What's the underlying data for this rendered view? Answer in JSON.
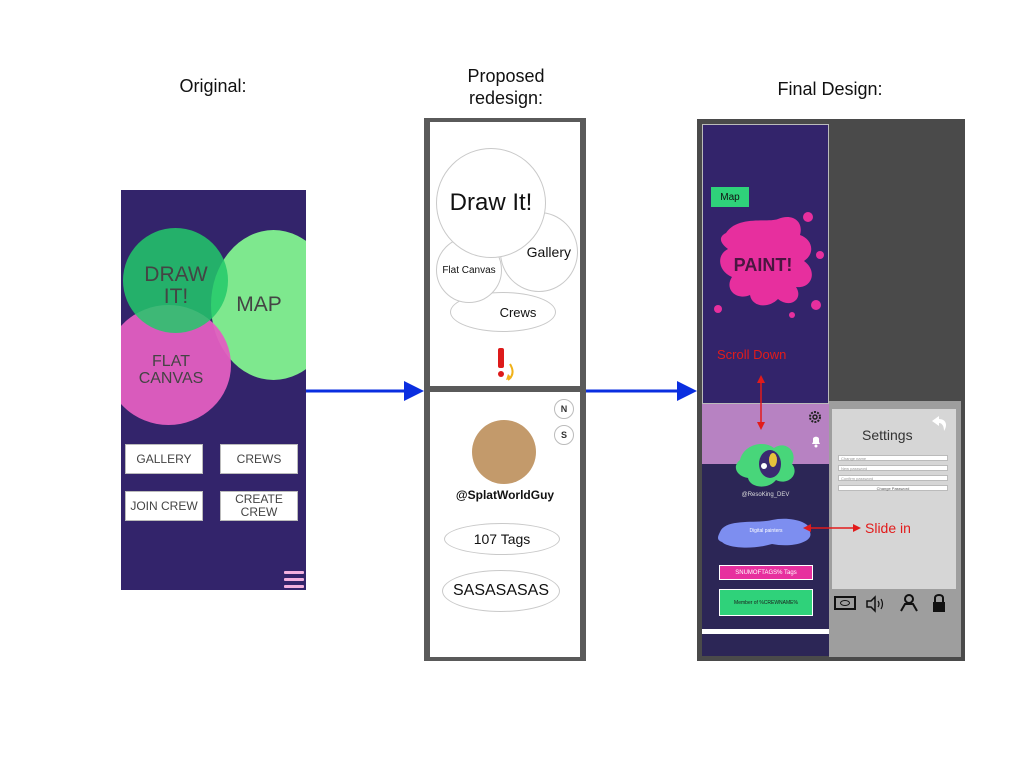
{
  "headings": {
    "original": "Original:",
    "proposed": "Proposed redesign:",
    "final": "Final Design:"
  },
  "original": {
    "circles": {
      "draw": "DRAW IT!",
      "map": "MAP",
      "flat": "FLAT CANVAS"
    },
    "buttons": {
      "gallery": "GALLERY",
      "crews": "CREWS",
      "join": "JOIN CREW",
      "create": "CREATE CREW"
    },
    "colors": {
      "bg": "#33246b",
      "draw": "#22c96a",
      "map": "#7ee88e",
      "flat": "#e35fc1"
    }
  },
  "proposed": {
    "bubbles": {
      "draw": "Draw It!",
      "gallery": "Gallery",
      "flat": "Flat Canvas",
      "crews": "Crews"
    },
    "profile": {
      "n_badge": "N",
      "s_badge": "S",
      "username": "@SplatWorldGuy",
      "tags": "107 Tags",
      "crew": "SASASASAS"
    },
    "avatar_color": "#c39a6b"
  },
  "final": {
    "map_label": "Map",
    "paint_label": "PAINT!",
    "scroll_note": "Scroll Down",
    "slide_note": "Slide in",
    "profile_handle": "@ResoKing_DEV",
    "crew_splat": "Digital painters",
    "tags_pill": "SNUMOFTAGS% Tags",
    "crew_button": "Member of %CREWNAME%",
    "settings": {
      "title": "Settings",
      "fields": [
        "Change name",
        "New password",
        "Confirm password"
      ],
      "change_button": "Change Password"
    },
    "colors": {
      "bg": "#33246b",
      "pink": "#e72f9e",
      "green": "#2fd27a",
      "lavender": "#b782c2",
      "note": "#e21b1b"
    }
  }
}
